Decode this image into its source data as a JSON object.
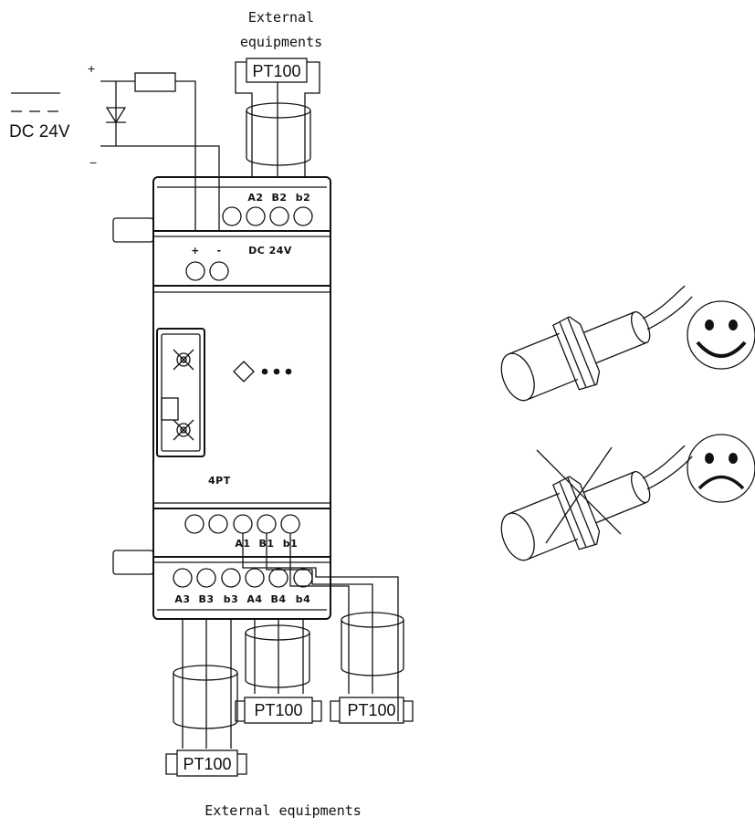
{
  "labels": {
    "external_top": [
      "External",
      "equipments"
    ],
    "external_bottom": "External equipments",
    "supply": "DC 24V",
    "plus": "+",
    "minus": "−",
    "sensor": "PT100",
    "module_name": "4PT",
    "power_terminals": [
      "+",
      "-",
      "DC 24V"
    ],
    "top_terminals": [
      "A2",
      "B2",
      "b2"
    ],
    "mid_terminals": [
      "A1",
      "B1",
      "b1"
    ],
    "bottom_terminals": [
      "A3",
      "B3",
      "b3",
      "A4",
      "B4",
      "b4"
    ]
  },
  "mounting_examples": [
    {
      "result": "correct",
      "face": "smiley-icon"
    },
    {
      "result": "incorrect",
      "face": "frown-icon"
    }
  ]
}
